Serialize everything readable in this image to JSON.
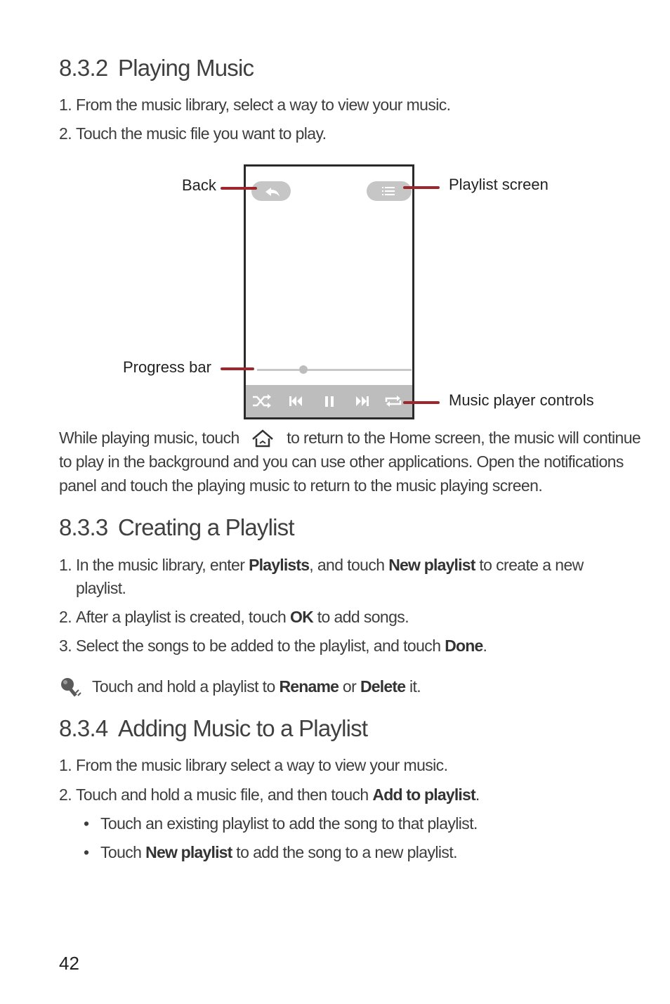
{
  "sections": {
    "playing": {
      "number": "8.3.2",
      "title": "Playing Music",
      "steps": [
        {
          "num": "1.",
          "text": "From the music library, select a way to view your music."
        },
        {
          "num": "2.",
          "text": "Touch the music file you want to play."
        }
      ],
      "para": {
        "line1_a": "While playing music, touch",
        "line1_b": "to return to the Home screen, the music will continue",
        "line2": "to play in the background and you can use other applications. Open the notifications",
        "line3": "panel and touch the playing music to return to the music playing screen."
      }
    },
    "creating": {
      "number": "8.3.3",
      "title": "Creating a Playlist",
      "step1": {
        "num": "1.",
        "a": "In the music library, enter ",
        "b1": "Playlists",
        "c": ", and touch ",
        "b2": "New playlist",
        "d": " to create a new",
        "cont": "playlist."
      },
      "step2": {
        "num": "2.",
        "a": "After a playlist is created, touch ",
        "b1": "OK",
        "c": " to add songs."
      },
      "step3": {
        "num": "3.",
        "a": "Select the songs to be added to the playlist, and touch ",
        "b1": "Done",
        "c": "."
      },
      "tip": {
        "a": "Touch and hold a playlist to ",
        "b1": "Rename",
        "c": " or ",
        "b2": "Delete",
        "d": " it."
      }
    },
    "adding": {
      "number": "8.3.4",
      "title": "Adding Music to a Playlist",
      "step1": {
        "num": "1.",
        "text": "From the music library select a way to view your music."
      },
      "step2": {
        "num": "2.",
        "a": "Touch and hold a music file, and then touch ",
        "b1": "Add to playlist",
        "c": "."
      },
      "bullets": {
        "b1": {
          "dot": "•",
          "text": "Touch an existing playlist to add the song to that playlist."
        },
        "b2": {
          "dot": "•",
          "a": "Touch ",
          "b1": "New playlist",
          "c": " to add the song to a new playlist."
        }
      }
    }
  },
  "figure": {
    "callouts": {
      "back": "Back",
      "playlist": "Playlist screen",
      "progress": "Progress bar",
      "controls": "Music player controls"
    },
    "icons": [
      "back-arrow-icon",
      "playlist-icon",
      "shuffle-icon",
      "previous-icon",
      "pause-icon",
      "next-icon",
      "repeat-icon",
      "home-icon",
      "tip-icon"
    ],
    "progress_fraction": 0.3,
    "accent_color": "#a0262e"
  },
  "page_number": "42"
}
